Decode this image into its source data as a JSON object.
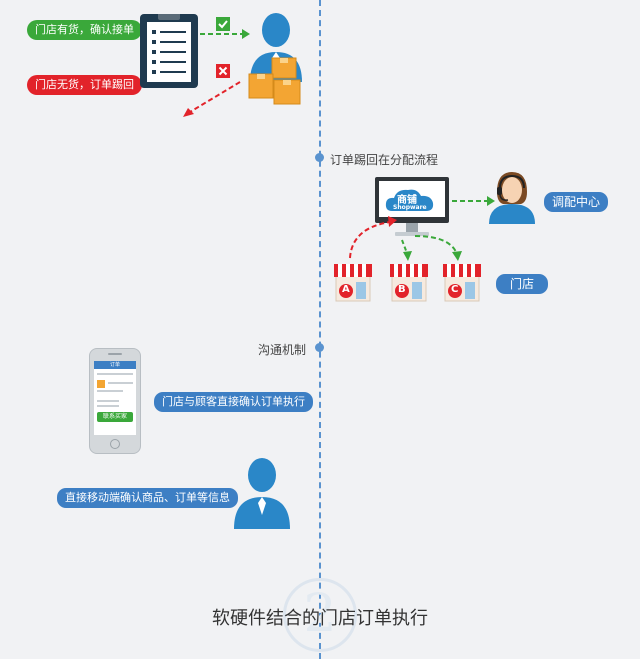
{
  "top": {
    "store_has_stock": "门店有货，确认接单",
    "store_no_stock": "门店无货，订单踢回"
  },
  "redistribution": {
    "heading": "订单踢回在分配流程",
    "monitor_brand_cn": "商铺",
    "monitor_brand_en": "Shopware",
    "dispatch_center": "调配中心",
    "stores_label": "门店",
    "store_letters": [
      "A",
      "B",
      "C"
    ]
  },
  "communication": {
    "heading": "沟通机制",
    "phone_header": "订单",
    "phone_button": "联系买家",
    "phone_caption": "门店与顾客直接确认订单执行",
    "customer_caption": "直接移动端确认商品、订单等信息"
  },
  "footer": {
    "title": "软硬件结合的门店订单执行",
    "badge_number": "2"
  },
  "colors": {
    "green": "#3aa83a",
    "red": "#e2232a",
    "blue": "#3d7fc4",
    "person": "#2a87c8",
    "box": "#f3a533"
  }
}
